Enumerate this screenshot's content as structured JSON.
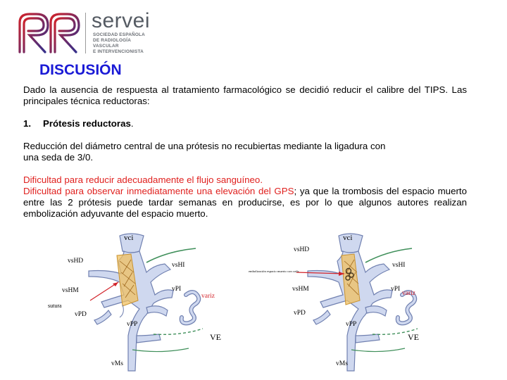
{
  "logo": {
    "word": "servei",
    "sub_lines": [
      "SOCIEDAD ESPAÑOLA",
      "DE RADIOLOGÍA",
      "VASCULAR",
      "E INTERVENCIONISTA"
    ]
  },
  "title": "DISCUSIÓN",
  "intro": "Dado la ausencia de respuesta al tratamiento farmacológico se decidió reducir el calibre del TIPS. Las principales técnica reductoras:",
  "list_item": {
    "number": "1.",
    "label": "Prótesis reductoras",
    "suffix": "."
  },
  "reduction_line1": "Reducción del diámetro central de una prótesis no recubiertas mediante la ligadura  con",
  "reduction_line2": "una seda de 3/0.",
  "difficulty1": "Dificultad para reducir adecuadamente el flujo sanguíneo.",
  "difficulty2_red": "Dificultad para observar inmediatamente una elevación del GPS",
  "difficulty2_rest": "; ya que la trombosis del espacio muerto entre las 2 prótesis puede tardar semanas en producirse, es por lo que algunos autores realizan embolización adyuvante del espacio muerto.",
  "figure_left": {
    "labels": {
      "vci": "vci",
      "vshd": "vsHD",
      "vshi": "vsHI",
      "vshm": "vsHM",
      "vpi": "vPI",
      "variz": "variz",
      "vpd": "vPD",
      "vpp": "vPP",
      "ve": "VE",
      "vms": "vMs",
      "annotation": "sutura"
    }
  },
  "figure_right": {
    "labels": {
      "vci": "vci",
      "vshd": "vsHD",
      "vshi": "vsHI",
      "vshm": "vsHM",
      "vpi": "vPI",
      "variz": "variz",
      "vpd": "vPD",
      "vpp": "vPP",
      "ve": "VE",
      "vms": "vMs",
      "annotation": "embolización espacio muerto con coils"
    }
  },
  "colors": {
    "title": "#1a1ad6",
    "red_text": "#e0201e",
    "logo_red": "#d2232a",
    "logo_blue": "#2c2f8f",
    "stent": "#f0c060",
    "vein": "#cfd8ef",
    "vein_stroke": "#7080b0"
  }
}
